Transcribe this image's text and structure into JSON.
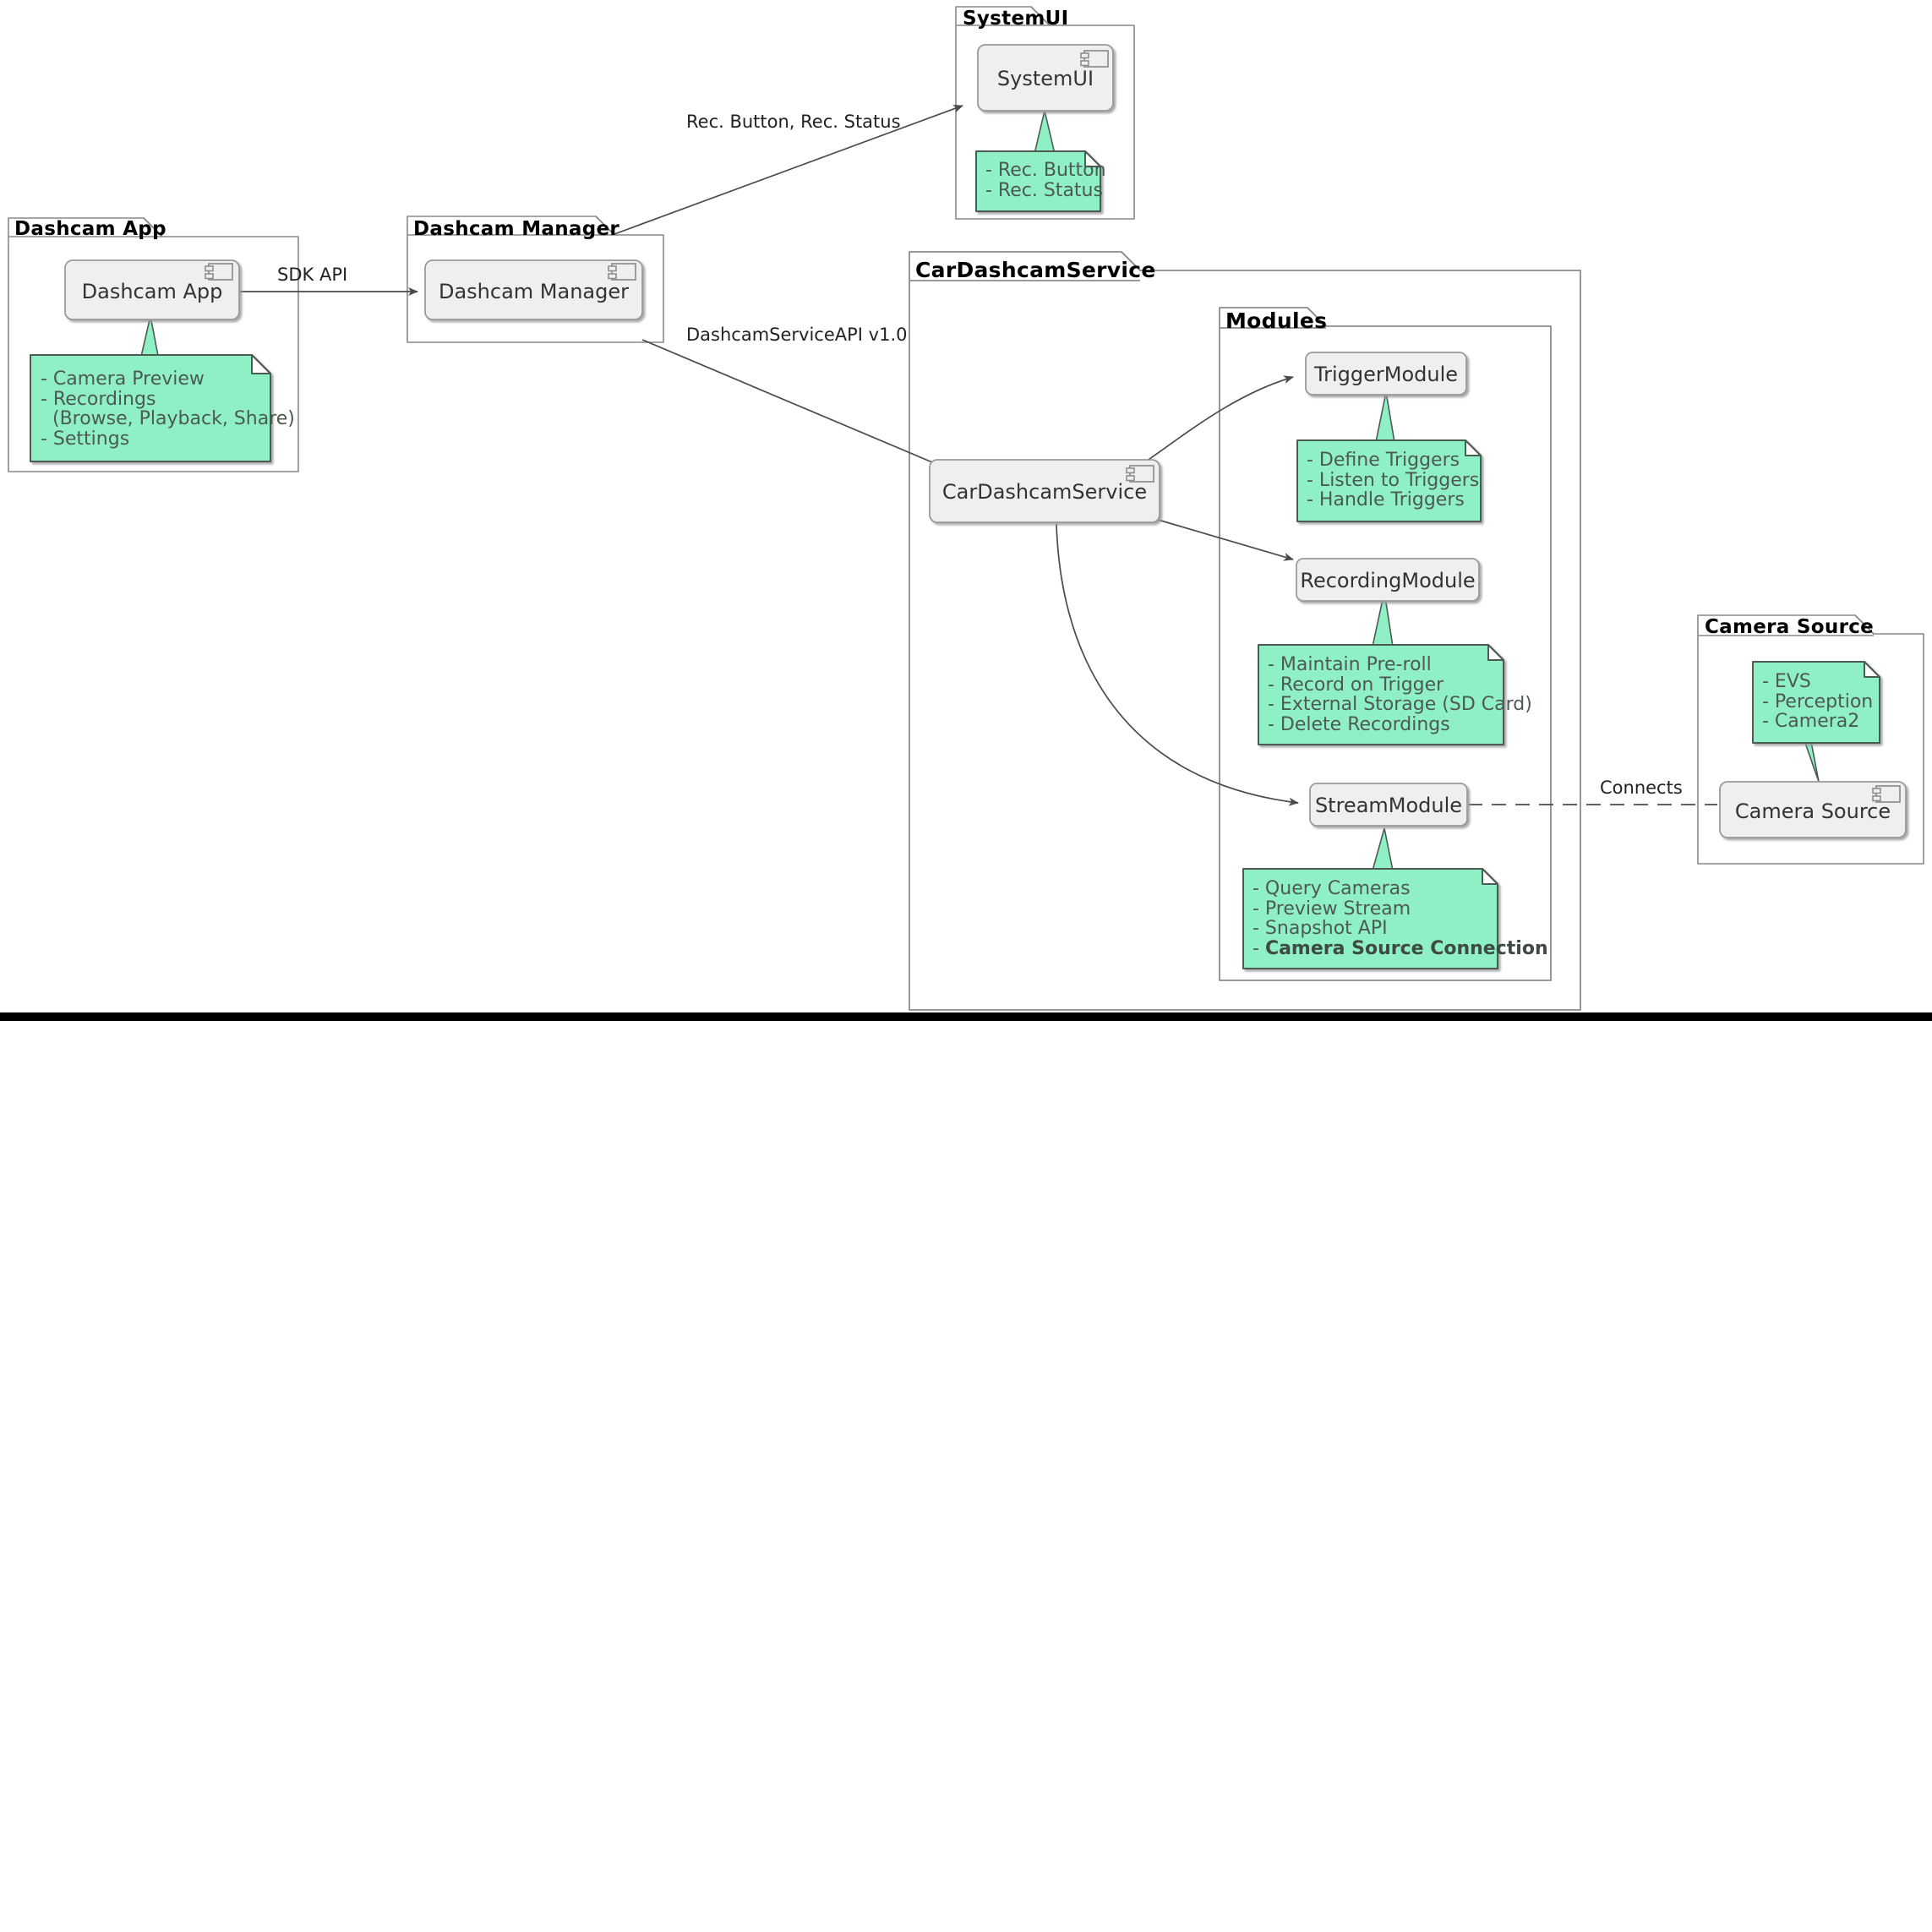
{
  "diagram": {
    "type": "uml-component-diagram",
    "title_visible": false,
    "colors": {
      "note_fill": "#8ff0c5",
      "note_border": "#4c5a52",
      "component_fill": "#efefef",
      "component_border": "#9a9a9a",
      "package_border": "#888888",
      "line": "#4a4a4a",
      "text": "#333333",
      "note_text": "#4c5a52",
      "bottom_bar": "#000000"
    }
  },
  "packages": [
    {
      "id": "dashcam-app",
      "title": "Dashcam App"
    },
    {
      "id": "dashcam-manager",
      "title": "Dashcam Manager"
    },
    {
      "id": "systemui",
      "title": "SystemUI"
    },
    {
      "id": "cardashcamservice",
      "title": "CarDashcamService"
    },
    {
      "id": "modules",
      "title": "Modules"
    },
    {
      "id": "camera-source",
      "title": "Camera Source"
    }
  ],
  "components": [
    {
      "id": "dashcam-app-cmp",
      "label": "Dashcam App",
      "icon": "component-icon"
    },
    {
      "id": "dashcam-manager-cmp",
      "label": "Dashcam Manager",
      "icon": "component-icon"
    },
    {
      "id": "systemui-cmp",
      "label": "SystemUI",
      "icon": "component-icon"
    },
    {
      "id": "cardashcamservice-cmp",
      "label": "CarDashcamService",
      "icon": "component-icon"
    },
    {
      "id": "triggermodule-cmp",
      "label": "TriggerModule",
      "icon": null
    },
    {
      "id": "recordingmodule-cmp",
      "label": "RecordingModule",
      "icon": null
    },
    {
      "id": "streammodule-cmp",
      "label": "StreamModule",
      "icon": null
    },
    {
      "id": "camera-source-cmp",
      "label": "Camera Source",
      "icon": "component-icon"
    }
  ],
  "notes": [
    {
      "id": "note-dashcam-app",
      "attached_to": "dashcam-app-cmp",
      "lines": [
        "- Camera Preview",
        "- Recordings",
        "  (Browse, Playback, Share)",
        "- Settings"
      ]
    },
    {
      "id": "note-systemui",
      "attached_to": "systemui-cmp",
      "lines": [
        "- Rec. Button",
        "- Rec. Status"
      ]
    },
    {
      "id": "note-triggermodule",
      "attached_to": "triggermodule-cmp",
      "lines": [
        "- Define Triggers",
        "- Listen to Triggers",
        "- Handle Triggers"
      ]
    },
    {
      "id": "note-recordingmodule",
      "attached_to": "recordingmodule-cmp",
      "lines": [
        "- Maintain Pre-roll",
        "- Record on Trigger",
        "- External Storage (SD Card)",
        "- Delete Recordings"
      ]
    },
    {
      "id": "note-streammodule",
      "attached_to": "streammodule-cmp",
      "lines": [
        "- Query Cameras",
        "- Preview Stream",
        "- Snapshot API",
        "- <b>Camera Source Connection</b>"
      ]
    },
    {
      "id": "note-camera-source",
      "attached_to": "camera-source-cmp",
      "lines": [
        "- EVS",
        "- Perception",
        "- Camera2"
      ]
    }
  ],
  "edges": [
    {
      "id": "edge-sdk-api",
      "from": "dashcam-app-cmp",
      "to": "dashcam-manager-cmp",
      "label": "SDK API",
      "style": "solid-arrow"
    },
    {
      "id": "edge-rec-button",
      "from": "dashcam-manager-cmp",
      "to": "systemui-cmp",
      "label": "Rec. Button, Rec. Status",
      "style": "solid-arrow"
    },
    {
      "id": "edge-service-api",
      "from": "dashcam-manager-cmp",
      "to": "cardashcamservice-cmp",
      "label": "DashcamServiceAPI v1.0",
      "style": "solid-arrow"
    },
    {
      "id": "edge-trigger",
      "from": "cardashcamservice-cmp",
      "to": "triggermodule-cmp",
      "label": "",
      "style": "solid-arrow"
    },
    {
      "id": "edge-recording",
      "from": "cardashcamservice-cmp",
      "to": "recordingmodule-cmp",
      "label": "",
      "style": "solid-arrow"
    },
    {
      "id": "edge-stream",
      "from": "cardashcamservice-cmp",
      "to": "streammodule-cmp",
      "label": "",
      "style": "solid-arrow-curved"
    },
    {
      "id": "edge-connects",
      "from": "streammodule-cmp",
      "to": "camera-source-cmp",
      "label": "Connects",
      "style": "dashed"
    }
  ]
}
